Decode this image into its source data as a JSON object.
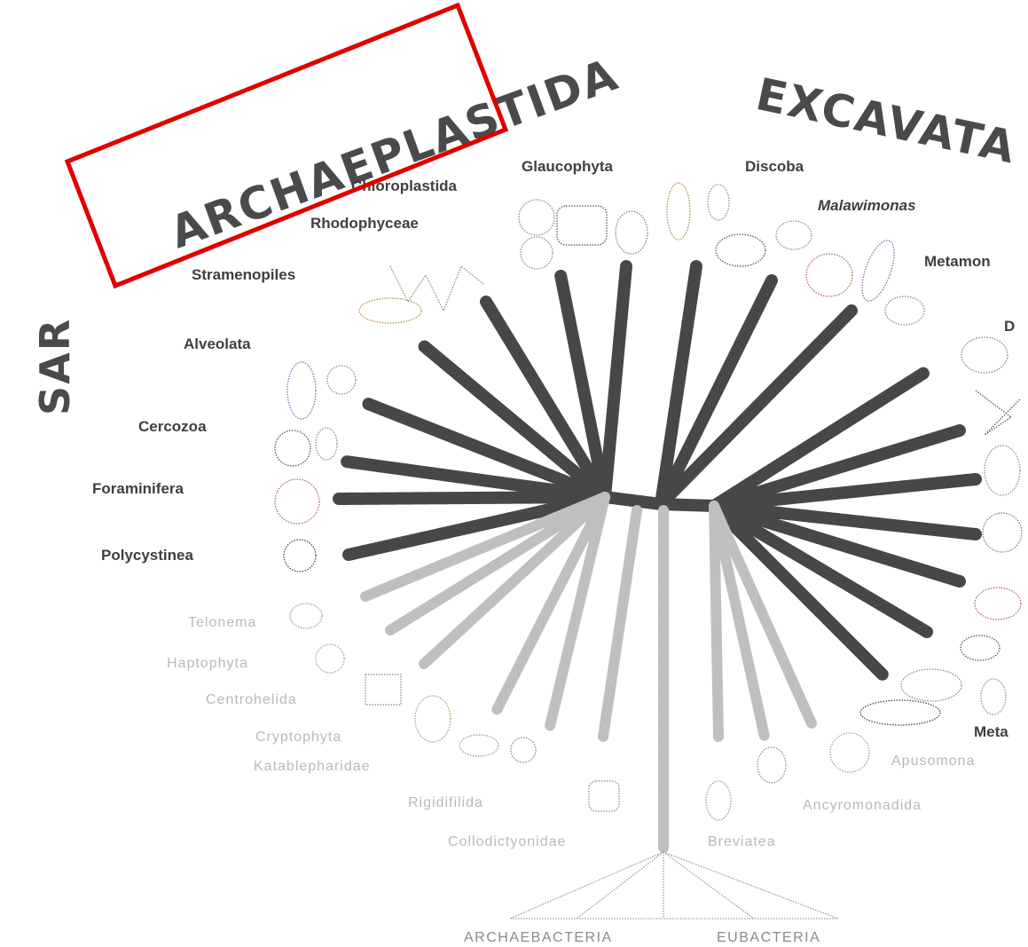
{
  "supergroups": {
    "archaeplastida": "ARCHAEPLASTIDA",
    "excavata": "EXCAVATA",
    "sar": "SAR"
  },
  "taxa": {
    "glaucophyta": "Glaucophyta",
    "chloroplastida": "Chloroplastida",
    "rhodophyceae": "Rhodophyceae",
    "discoba": "Discoba",
    "malawimonas": "Malawimonas",
    "metamonada": "Metamon",
    "stramenopiles": "Stramenopiles",
    "alveolata": "Alveolata",
    "cercozoa": "Cercozoa",
    "foraminifera": "Foraminifera",
    "polycystinea": "Polycystinea",
    "telonema": "Telonema",
    "haptophyta": "Haptophyta",
    "centrohelida": "Centrohelida",
    "cryptophyta": "Cryptophyta",
    "katablepharidae": "Katablepharidae",
    "rigidifilida": "Rigidifilida",
    "collodictyonidae": "Collodictyonidae",
    "breviatea": "Breviatea",
    "ancyromonadida": "Ancyromonadida",
    "apusomonadida": "Apusomona",
    "metazoa": "Meta",
    "right_d": "D"
  },
  "root": {
    "archaebacteria": "ARCHAEBACTERIA",
    "eubacteria": "EUBACTERIA"
  },
  "colors": {
    "highlight": "#e00000",
    "branch_dark": "#474747",
    "branch_light": "#bfbfbf"
  }
}
